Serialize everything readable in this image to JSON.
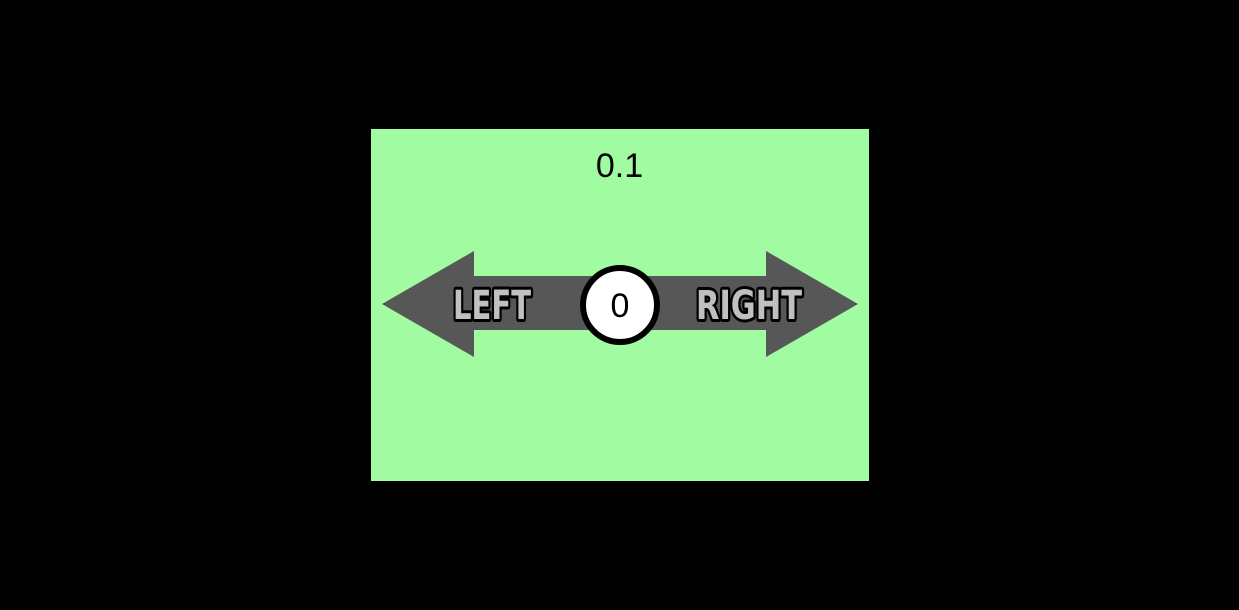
{
  "page": {
    "background_color": "#000000"
  },
  "stage": {
    "background_color": "#A1FBA1",
    "variable_display": {
      "value": "0.1",
      "text_color": "#000000"
    },
    "arrow_control": {
      "shape_color": "#575757",
      "left_label": "LEFT",
      "right_label": "RIGHT",
      "label_fill_color": "#C0C0C0",
      "label_outline_color": "#000000",
      "counter": {
        "value": "0",
        "fill_color": "#FFFFFF",
        "border_color": "#000000",
        "text_color": "#000000"
      }
    }
  }
}
